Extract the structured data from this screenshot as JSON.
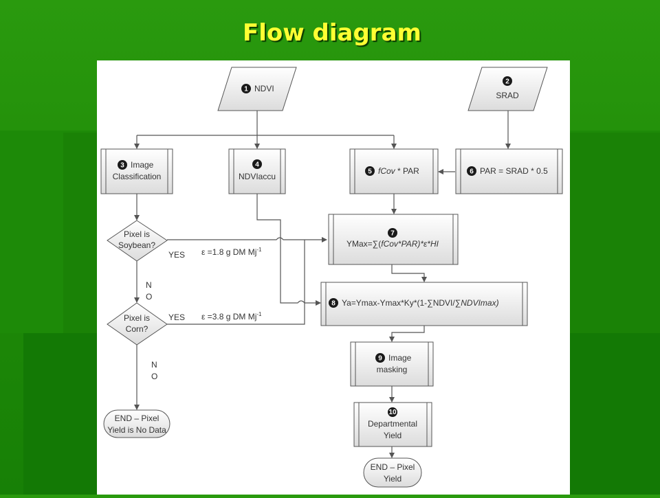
{
  "slide": {
    "title": "Flow diagram"
  },
  "nodes": {
    "n1": {
      "num": "1",
      "label": "NDVI"
    },
    "n2": {
      "num": "2",
      "label": "SRAD"
    },
    "n3": {
      "num": "3",
      "line1": "Image",
      "line2": "Classification"
    },
    "n4": {
      "num": "4",
      "label": "NDVIaccu"
    },
    "n5": {
      "num": "5",
      "label_italic": "fCov",
      "label_rest": " * PAR"
    },
    "n6": {
      "num": "6",
      "label": "PAR = SRAD * 0.5"
    },
    "n7": {
      "num": "7",
      "prefix": "YMax=∑(",
      "italic": "fCov*PAR)*ε*HI"
    },
    "n8": {
      "num": "8",
      "prefix": "Ya=Ymax-Ymax*Ky*(1-∑NDVI/∑",
      "italic": "NDVImax)"
    },
    "n9": {
      "num": "9",
      "line1": "Image",
      "line2": "masking"
    },
    "n10": {
      "num": "10",
      "line1": "Departmental",
      "line2": "Yield"
    },
    "d1": {
      "line1": "Pixel is",
      "line2": "Soybean?"
    },
    "d2": {
      "line1": "Pixel is",
      "line2": "Corn?"
    },
    "t1": {
      "line1": "END – Pixel",
      "line2": "Yield is No Data"
    },
    "t2": {
      "line1": "END – Pixel",
      "line2": "Yield"
    }
  },
  "edge_labels": {
    "yes1": "YES",
    "yes2": "YES",
    "no1_a": "N",
    "no1_b": "O",
    "no2_a": "N",
    "no2_b": "O",
    "eps1": "ε =1.8 g DM Mj",
    "eps1_sup": "-1",
    "eps2": "ε =3.8 g DM Mj",
    "eps2_sup": "-1"
  }
}
